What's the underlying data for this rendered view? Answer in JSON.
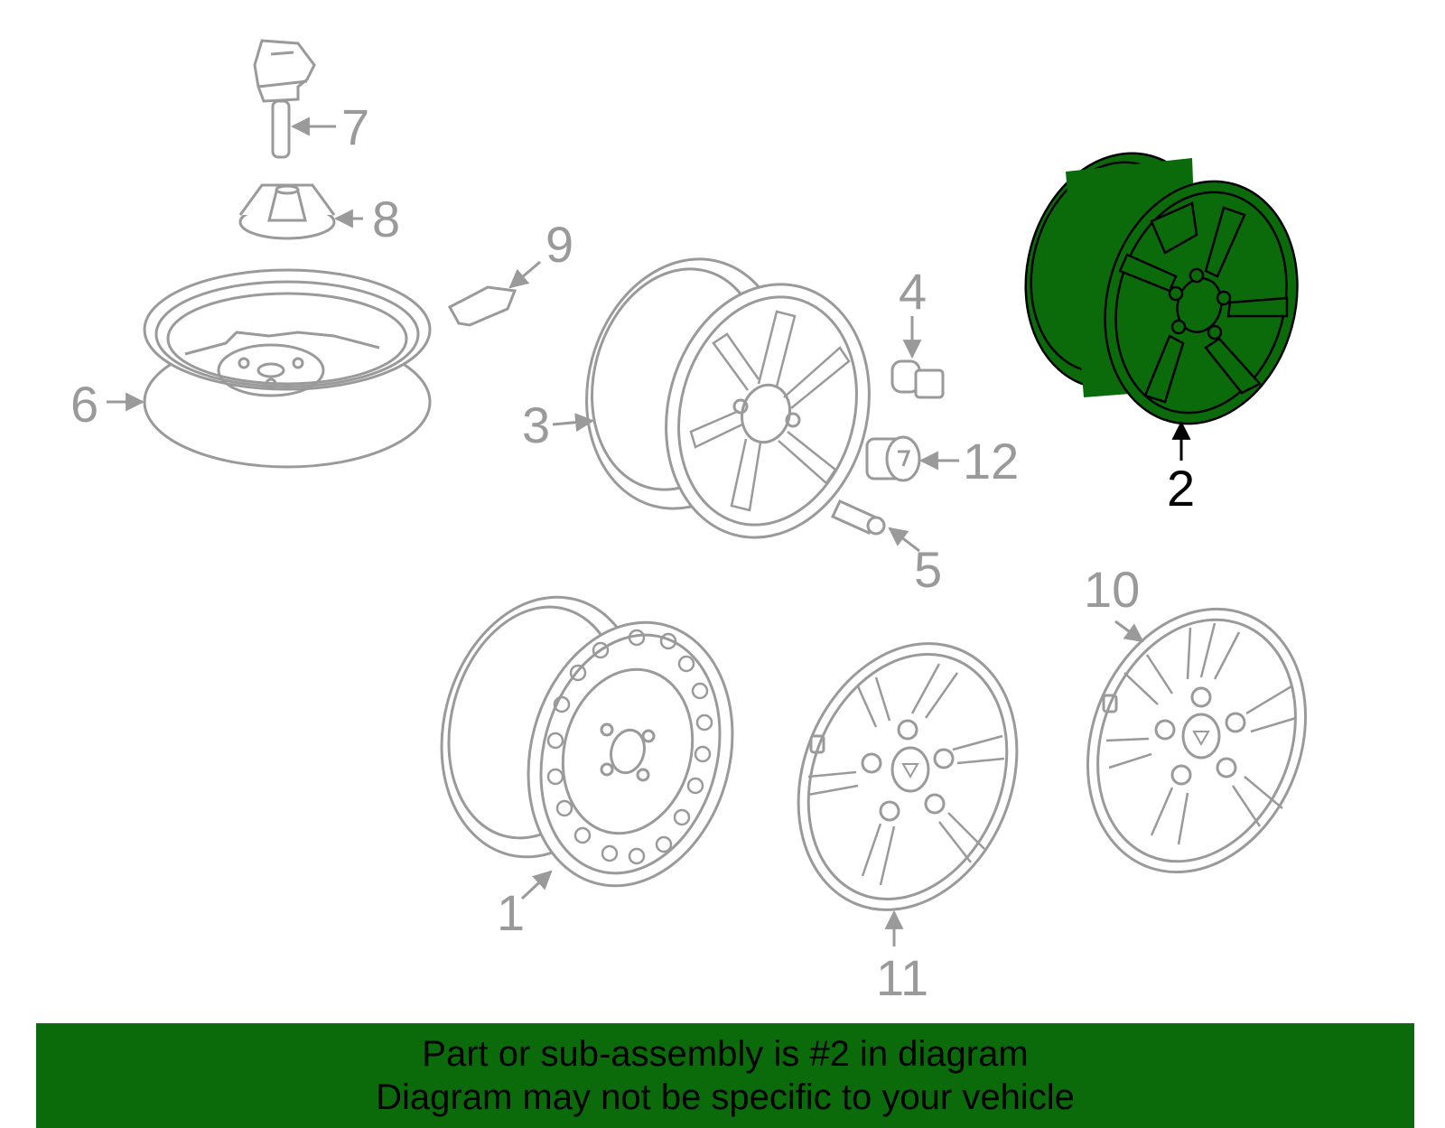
{
  "colors": {
    "part_gray": "#9a9a9a",
    "highlight_green": "#0b6b0b",
    "banner_bg": "#0b6b0b",
    "text_dark": "#000000"
  },
  "callouts": {
    "c1": "1",
    "c2": "2",
    "c3": "3",
    "c4": "4",
    "c5": "5",
    "c6": "6",
    "c7": "7",
    "c8": "8",
    "c9": "9",
    "c10": "10",
    "c11": "11",
    "c12": "12"
  },
  "highlighted_callout": "2",
  "banner": {
    "line1": "Part or sub-assembly is #2 in diagram",
    "line2": "Diagram may not be specific to your vehicle"
  }
}
